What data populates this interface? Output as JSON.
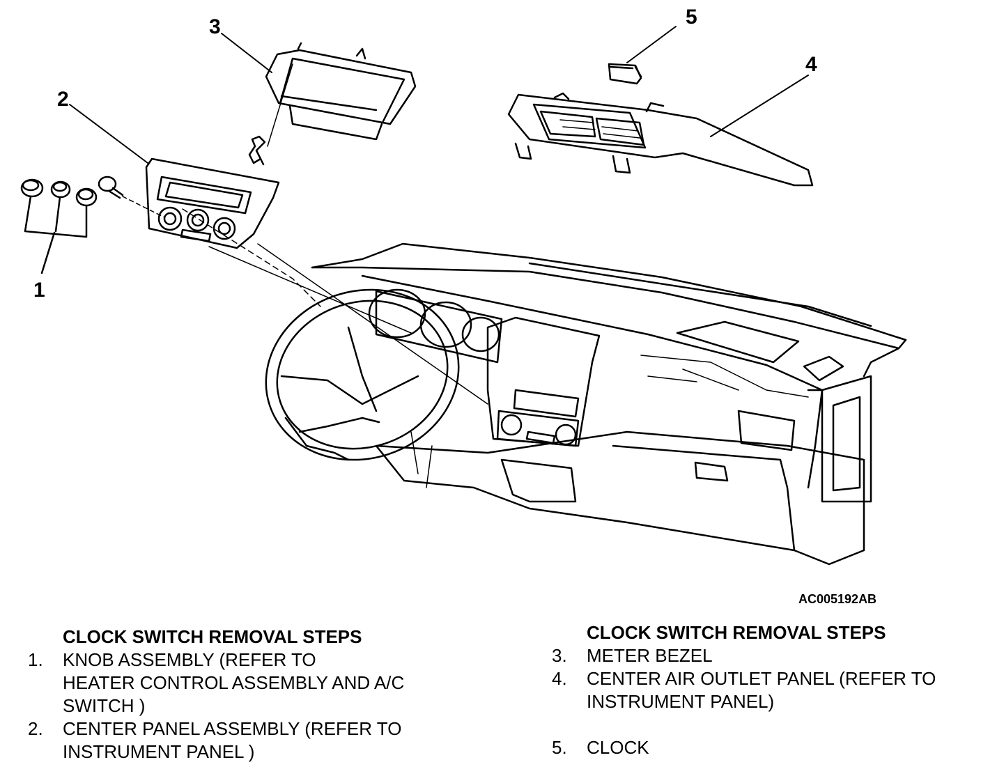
{
  "callouts": [
    "1",
    "2",
    "3",
    "4",
    "5"
  ],
  "figure_id": "AC005192AB",
  "left_steps": {
    "heading": "CLOCK SWITCH REMOVAL STEPS",
    "items": [
      {
        "num": "1.",
        "text": "KNOB ASSEMBLY (REFER TO\nHEATER CONTROL ASSEMBLY AND A/C\nSWITCH )"
      },
      {
        "num": "2.",
        "text": "CENTER PANEL ASSEMBLY (REFER TO\nINSTRUMENT PANEL )"
      }
    ]
  },
  "right_steps": {
    "heading": "CLOCK SWITCH REMOVAL STEPS",
    "items": [
      {
        "num": "3.",
        "text": "METER BEZEL"
      },
      {
        "num": "4.",
        "text": "CENTER AIR OUTLET PANEL (REFER TO\nINSTRUMENT PANEL)"
      },
      {
        "num": "5.",
        "text": "CLOCK"
      }
    ]
  }
}
